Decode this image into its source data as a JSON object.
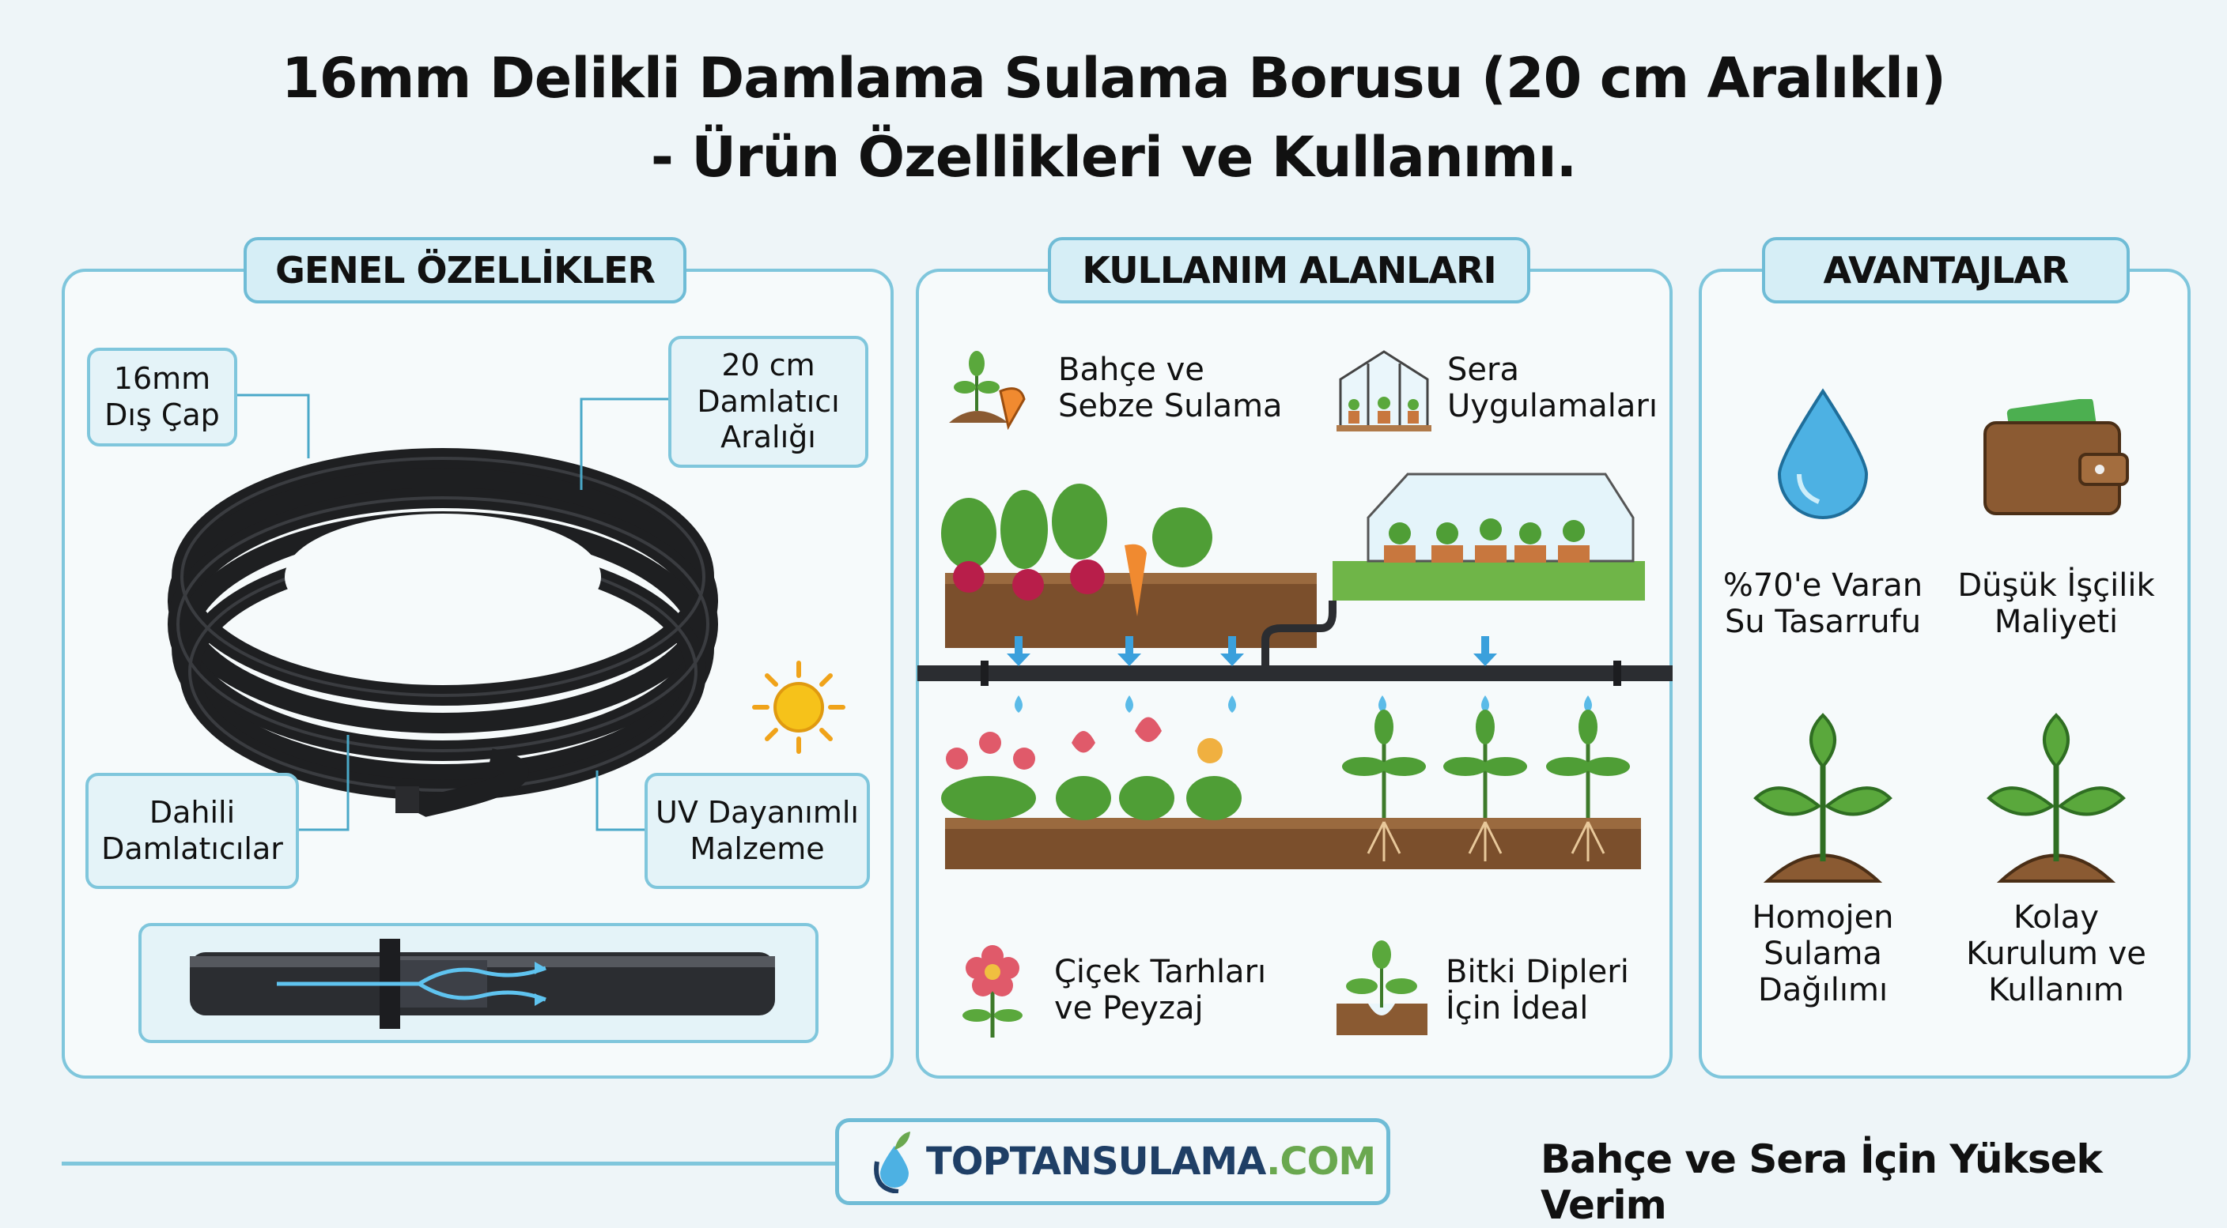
{
  "title": {
    "line1": "16mm Delikli Damlama Sulama Borusu (20 cm Aralıklı)",
    "line2": "- Ürün Özellikleri ve Kullanımı."
  },
  "general": {
    "heading": "GENEL ÖZELLİKLER",
    "callouts": [
      {
        "l1": "16mm",
        "l2": "Dış Çap"
      },
      {
        "l1": "20 cm",
        "l2": "Damlatıcı",
        "l3": "Aralığı"
      },
      {
        "l1": "Dahili",
        "l2": "Damlatıcılar"
      },
      {
        "l1": "UV Dayanımlı",
        "l2": "Malzeme"
      }
    ]
  },
  "usage": {
    "heading": "KULLANIM ALANLARI",
    "items": [
      {
        "l1": "Bahçe ve",
        "l2": "Sebze Sulama"
      },
      {
        "l1": "Sera",
        "l2": "Uygulamaları"
      },
      {
        "l1": "Çiçek Tarhları",
        "l2": "ve Peyzaj"
      },
      {
        "l1": "Bitki Dipleri",
        "l2": "İçin İdeal"
      }
    ]
  },
  "advantages": {
    "heading": "AVANTAJLAR",
    "items": [
      {
        "l1": "%70'e Varan",
        "l2": "Su Tasarrufu"
      },
      {
        "l1": "Düşük İşçilik",
        "l2": "Maliyeti"
      },
      {
        "l1": "Homojen",
        "l2": "Sulama",
        "l3": "Dağılımı"
      },
      {
        "l1": "Kolay",
        "l2": "Kurulum ve",
        "l3": "Kullanım"
      }
    ]
  },
  "footer": {
    "brand_main": "TOPTANSULAMA",
    "brand_tld": ".COM",
    "tagline": "Bahçe ve Sera İçin Yüksek Verim"
  },
  "colors": {
    "accent": "#7fc6dc",
    "brand_blue": "#1f3f66",
    "brand_green": "#6aa84f"
  }
}
